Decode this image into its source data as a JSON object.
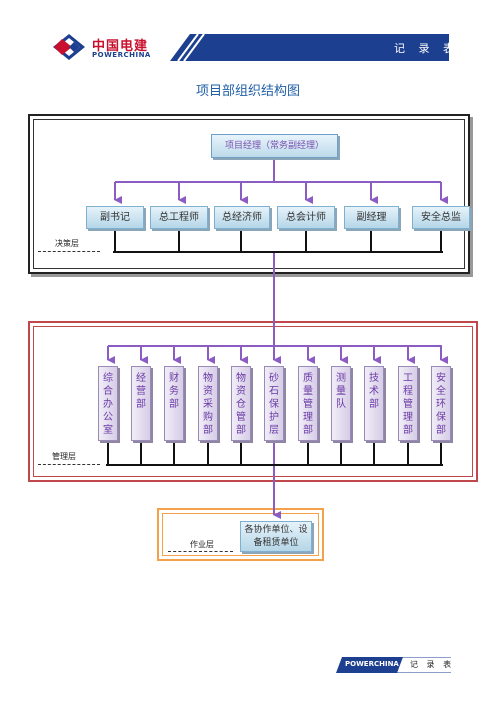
{
  "header": {
    "logo_cn": "中国电建",
    "logo_en": "POWERCHINA",
    "record_label": "记 录 表"
  },
  "title": "项目部组织结构图",
  "top": {
    "manager": "项目经理（常务副经理）",
    "decision_roles": [
      "副书记",
      "总工程师",
      "总经济师",
      "总会计师",
      "副经理",
      "安全总监"
    ],
    "layer_label": "决策层"
  },
  "management": {
    "layer_label": "管理层",
    "departments": [
      [
        "综",
        "合",
        "办",
        "公",
        "室"
      ],
      [
        "经",
        "营",
        "部"
      ],
      [
        "财",
        "务",
        "部"
      ],
      [
        "物",
        "资",
        "采",
        "购",
        "部"
      ],
      [
        "物",
        "资",
        "仓",
        "管",
        "部"
      ],
      [
        "砂",
        "石",
        "保",
        "护",
        "层"
      ],
      [
        "质",
        "量",
        "管",
        "理",
        "部"
      ],
      [
        "测",
        "量",
        "队"
      ],
      [
        "技",
        "术",
        "部"
      ],
      [
        "工",
        "程",
        "管",
        "理",
        "部"
      ],
      [
        "安",
        "全",
        "环",
        "保",
        "部"
      ]
    ]
  },
  "operation": {
    "layer_label": "作业层",
    "unit": "各协作单位、设备租赁单位"
  },
  "footer": {
    "brand": "POWERCHINA",
    "record_label": "记 录 表"
  },
  "colors": {
    "brand_red": "#c8102e",
    "brand_blue": "#1d3f8f",
    "title_blue": "#1f5fa6",
    "connector_purple": "#8a5cc4",
    "decision_border": "#222222",
    "management_border": "#c0484c",
    "operation_border": "#f3a24a"
  }
}
